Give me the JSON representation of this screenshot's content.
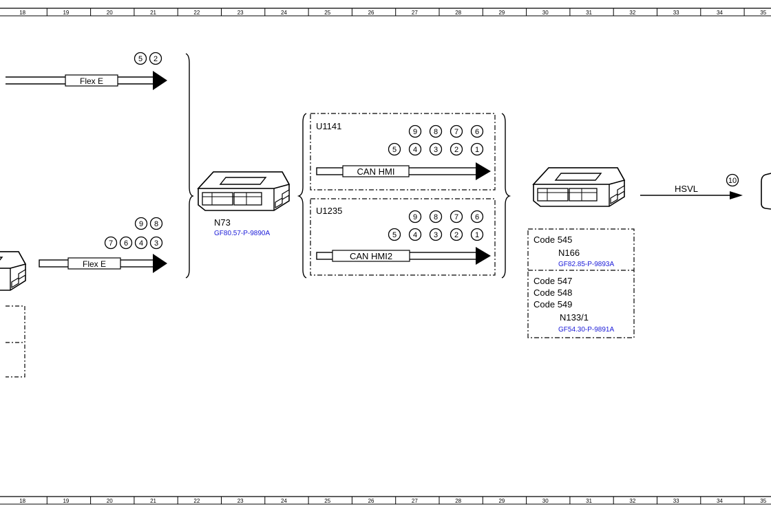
{
  "ruler": {
    "columns": [
      "18",
      "19",
      "20",
      "21",
      "22",
      "23",
      "24",
      "25",
      "26",
      "27",
      "28",
      "29",
      "30",
      "31",
      "32",
      "33",
      "34",
      "35"
    ]
  },
  "links": {
    "flex_top": {
      "label": "Flex E",
      "badges": [
        "5",
        "2"
      ]
    },
    "flex_bottom": {
      "label": "Flex E",
      "badges_row1": [
        "9",
        "8"
      ],
      "badges_row2": [
        "7",
        "6",
        "4",
        "3"
      ]
    },
    "can_hmi": {
      "bus_id": "U1141",
      "label": "CAN HMI",
      "badges_row1": [
        "9",
        "8",
        "7",
        "6"
      ],
      "badges_row2": [
        "5",
        "4",
        "3",
        "2",
        "1"
      ]
    },
    "can_hmi2": {
      "bus_id": "U1235",
      "label": "CAN HMI2",
      "badges_row1": [
        "9",
        "8",
        "7",
        "6"
      ],
      "badges_row2": [
        "5",
        "4",
        "3",
        "2",
        "1"
      ]
    },
    "hsvl": {
      "label": "HSVL",
      "badge": "10"
    }
  },
  "modules": {
    "n73": {
      "name": "N73",
      "ref": "GF80.57-P-9890A"
    }
  },
  "code_box": {
    "top": {
      "codes": [
        "Code 545"
      ],
      "module": "N166",
      "ref": "GF82.85-P-9893A"
    },
    "bottom": {
      "codes": [
        "Code 547",
        "Code 548",
        "Code 549"
      ],
      "module": "N133/1",
      "ref": "GF54.30-P-9891A"
    }
  },
  "colors": {
    "line": "#000000",
    "link": "#1a1ad8"
  }
}
